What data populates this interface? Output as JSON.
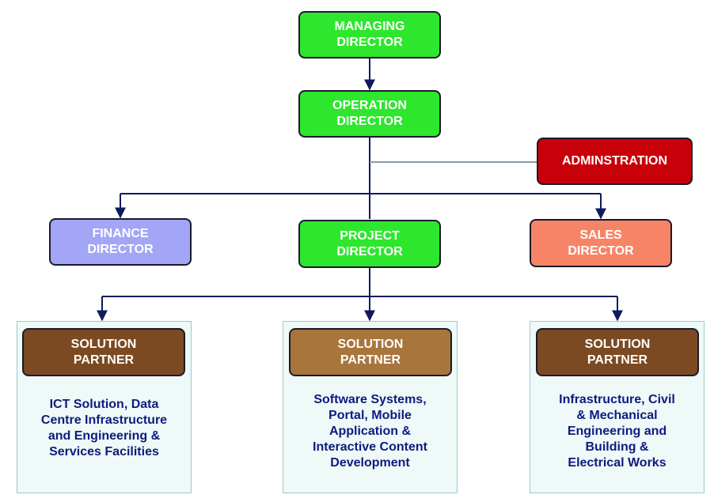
{
  "nodes": {
    "managing_director": "MANAGING\nDIRECTOR",
    "operation_director": "OPERATION\nDIRECTOR",
    "administration": "ADMINSTRATION",
    "finance_director": "FINANCE\nDIRECTOR",
    "project_director": "PROJECT\nDIRECTOR",
    "sales_director": "SALES\nDIRECTOR"
  },
  "solution_partners": [
    {
      "label": "SOLUTION\nPARTNER",
      "description": "ICT Solution, Data\nCentre Infrastructure\nand  Engineering &\nServices Facilities"
    },
    {
      "label": "SOLUTION\nPARTNER",
      "description": "Software Systems,\nPortal, Mobile\nApplication &\nInteractive Content\nDevelopment"
    },
    {
      "label": "SOLUTION\nPARTNER",
      "description": "Infrastructure, Civil\n& Mechanical\nEngineering and\nBuilding &\nElectrical Works"
    }
  ],
  "colors": {
    "director": "#2ee62e",
    "administration": "#c8000a",
    "finance": "#a3a6f7",
    "sales": "#f78467",
    "partner_dark": "#7b4a22",
    "partner_light": "#a8763c",
    "connector": "#0f1a5e",
    "admin_connector": "#8a9aa8"
  }
}
